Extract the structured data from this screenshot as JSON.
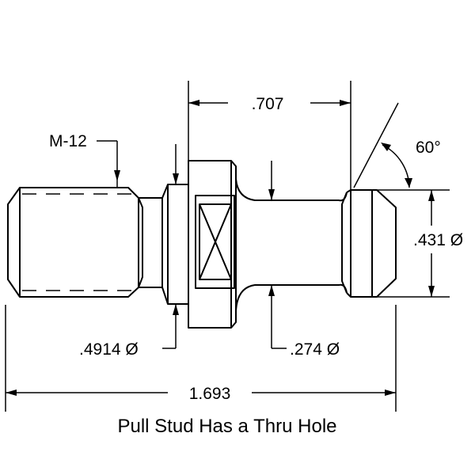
{
  "drawing": {
    "caption": "Pull Stud Has a Thru Hole",
    "dimensions": {
      "thread": "M-12",
      "flange_length": ".707",
      "taper_angle": "60°",
      "head_diameter": ".431 Ø",
      "pilot_diameter": ".4914 Ø",
      "neck_diameter": ".274 Ø",
      "overall_length": "1.693"
    },
    "colors": {
      "line": "#000000",
      "background": "#ffffff"
    }
  }
}
